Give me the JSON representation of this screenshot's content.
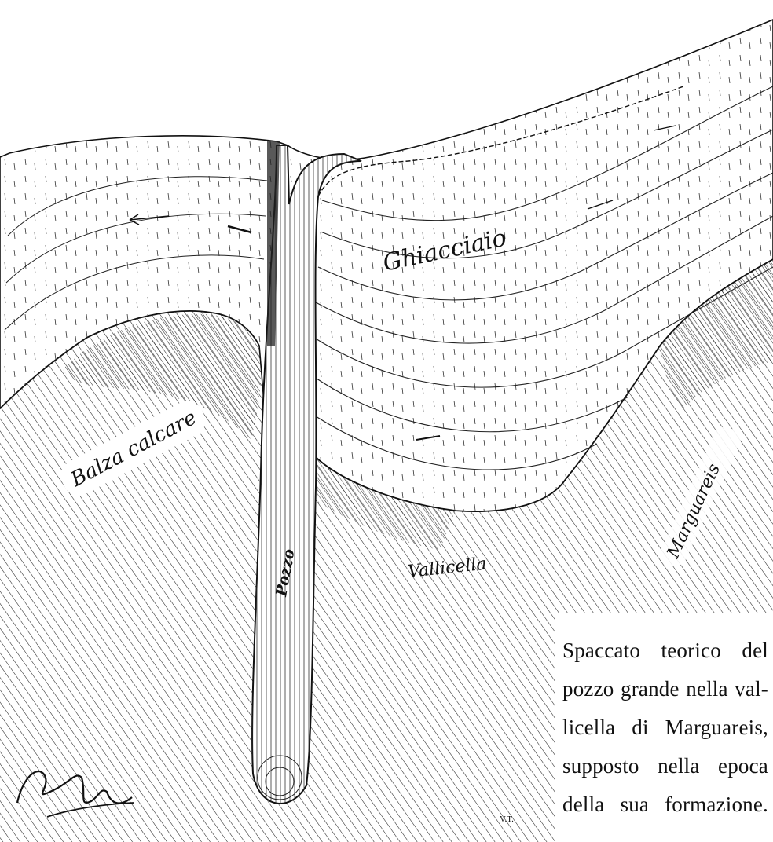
{
  "labels": {
    "glacier": "Ghiacciaio",
    "limestone_cliff": "Balza calcare",
    "shaft": "Pozzo",
    "small_valley": "Vallicella",
    "mountain": "Marguareis",
    "engraver_initials": "V.T."
  },
  "caption": {
    "line1": "Spaccato teorico del",
    "line2": "pozzo grande nella val-",
    "line3": "licella di Marguareis,",
    "line4": "supposto nella epoca",
    "line5": "della sua formazione."
  },
  "signature": "A Viglino",
  "ink_color": "#111111"
}
